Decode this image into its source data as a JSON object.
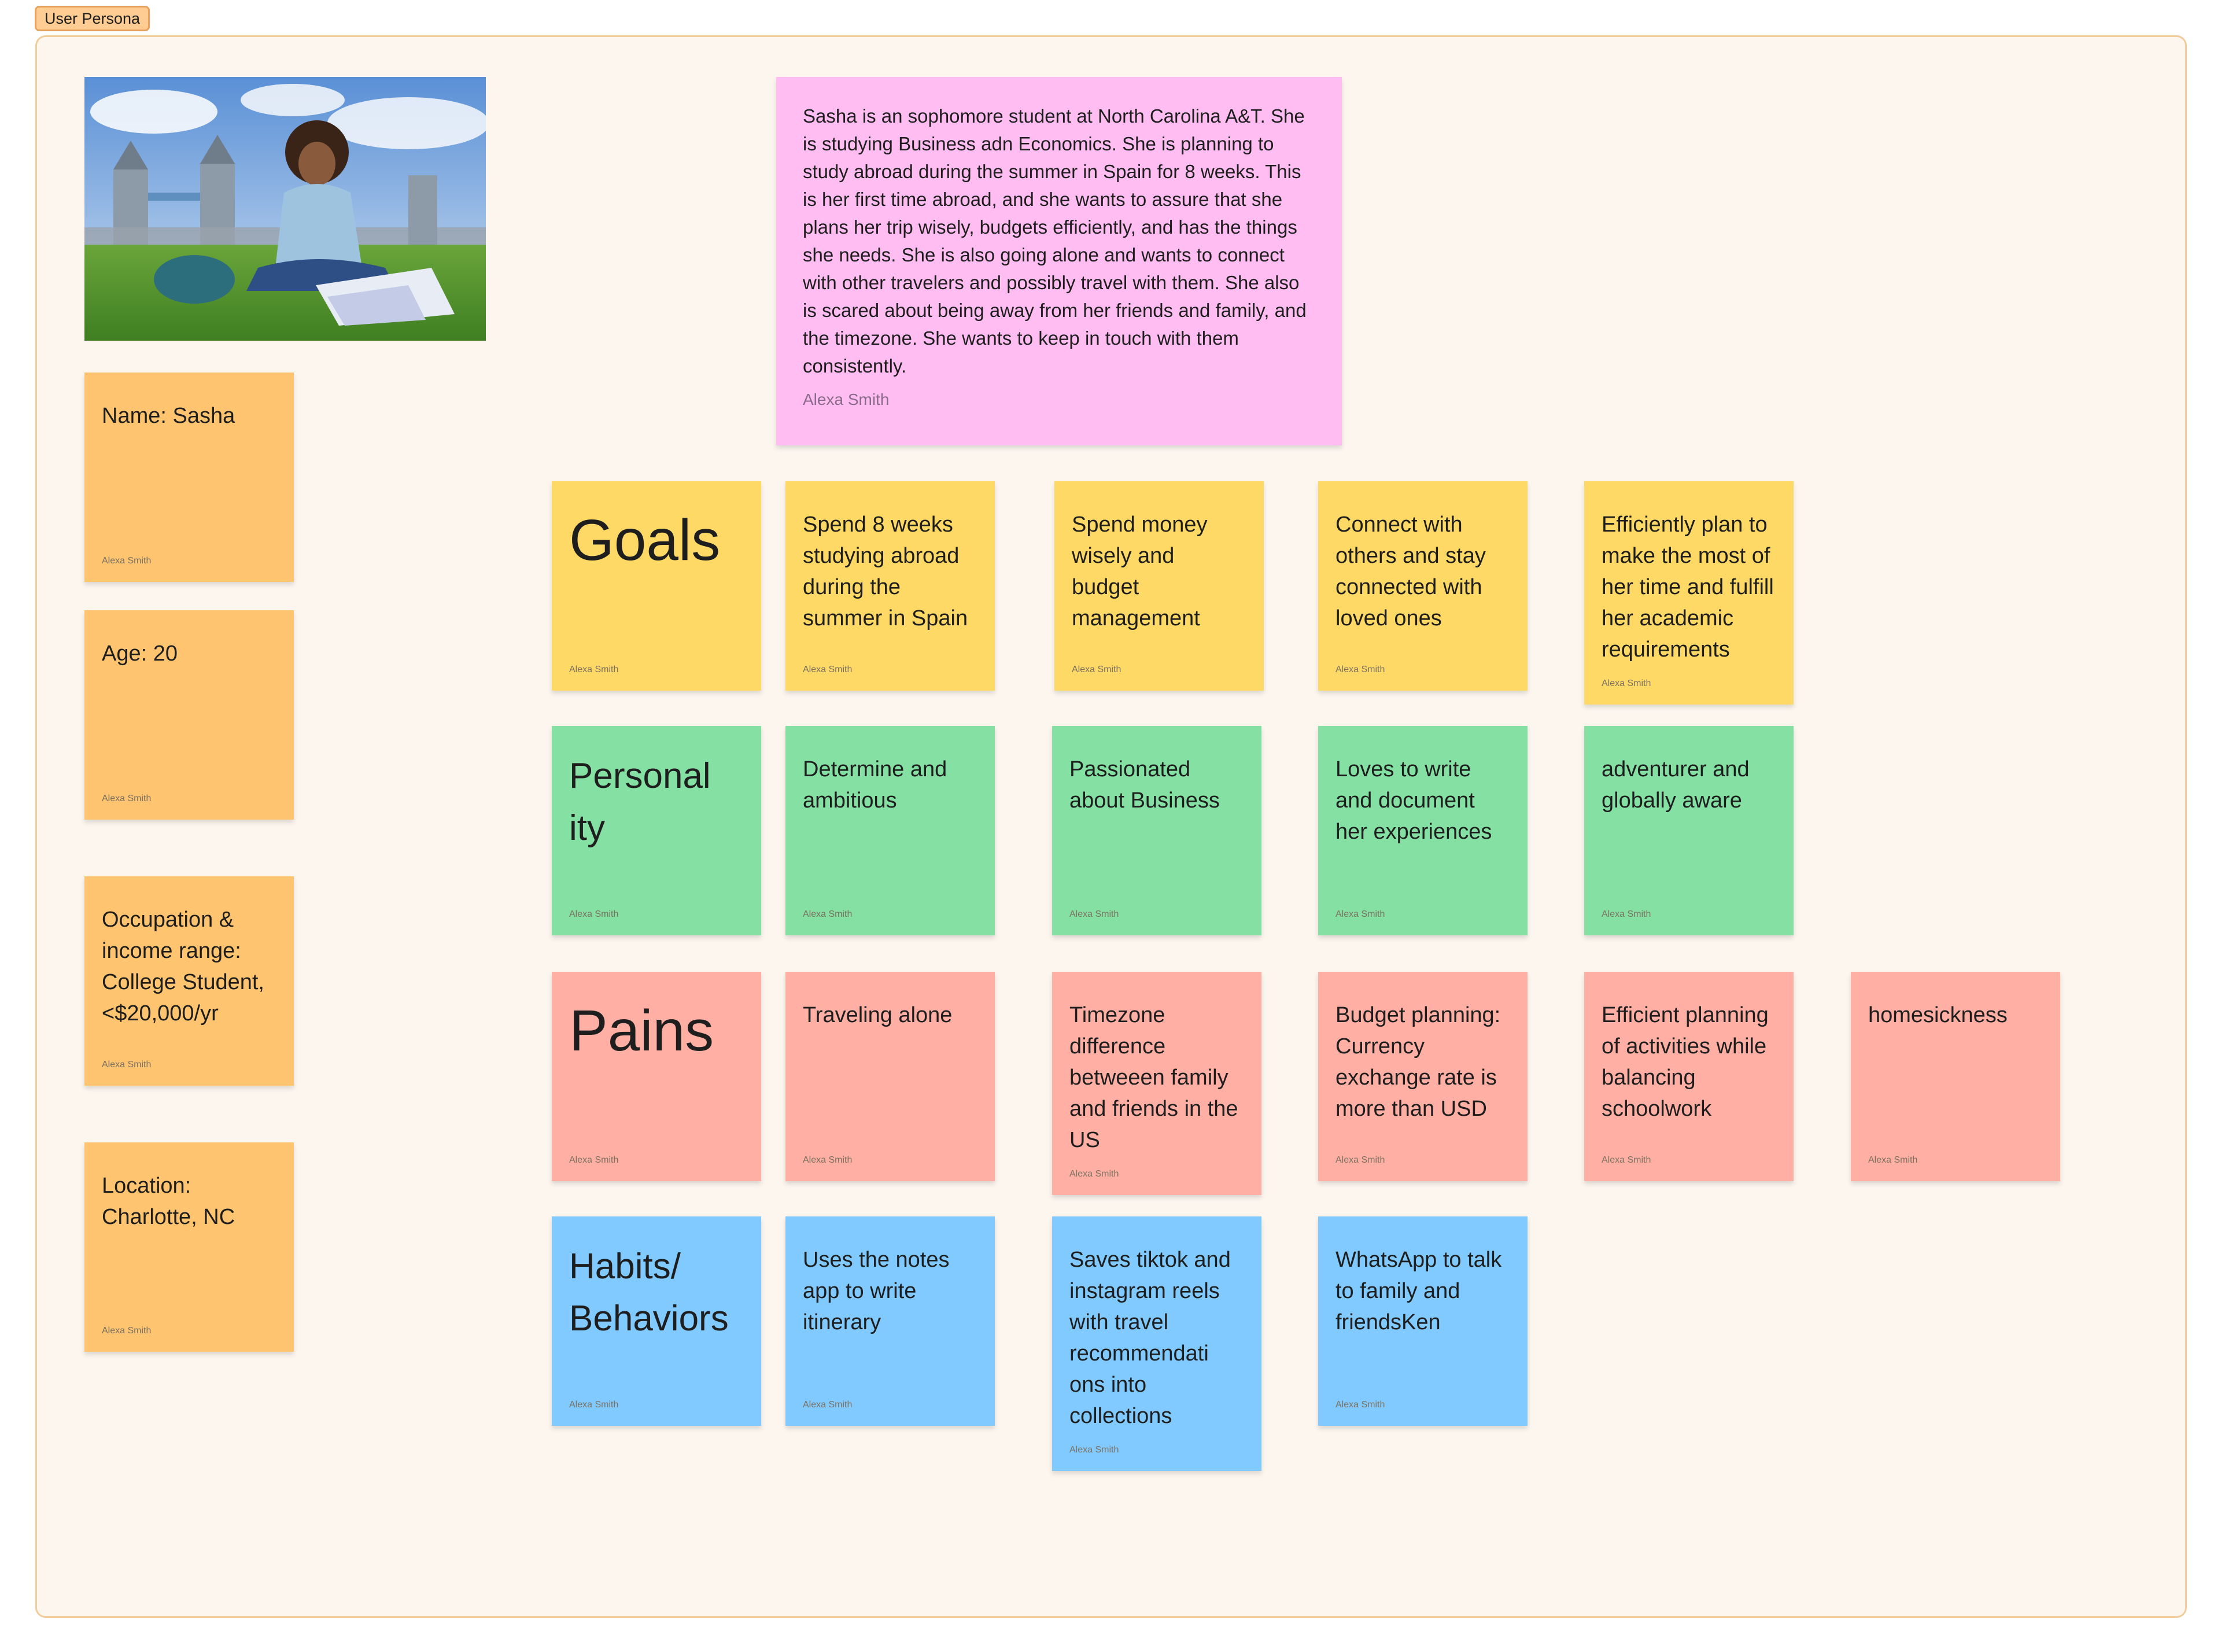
{
  "frame": {
    "label": "User Persona"
  },
  "author": "Alexa Smith",
  "bio": {
    "text": "Sasha is an sophomore student at North Carolina A&T. She is studying Business adn Economics. She is planning to study abroad during the summer in Spain for 8 weeks. This is her first time abroad, and she wants to assure that she plans her trip wisely, budgets efficiently, and has the things she needs. She is also going alone and wants to connect with other travelers and possibly travel with them. She also is scared about being away from her friends and family, and the timezone. She wants to keep in touch with them consistently."
  },
  "profile": {
    "name": "Name: Sasha",
    "age": "Age: 20",
    "occupation": "Occupation & income range: College Student, <$20,000/yr",
    "location": "Location: Charlotte, NC"
  },
  "goals": {
    "title": "Goals",
    "items": [
      "Spend 8 weeks studying abroad during the summer in Spain",
      "Spend money wisely and budget management",
      "Connect with others and stay connected with loved ones",
      "Efficiently plan to make the most of her time and fulfill her academic requirements"
    ]
  },
  "personality": {
    "title": "Personal\nity",
    "items": [
      "Determine and ambitious",
      "Passionated about Business",
      "Loves to write and document her experiences",
      "adventurer and globally aware"
    ]
  },
  "pains": {
    "title": "Pains",
    "items": [
      "Traveling alone",
      "Timezone difference betweeen family and friends in the US",
      "Budget planning: Currency exchange rate is more than USD",
      "Efficient planning of activities while balancing schoolwork",
      "homesickness"
    ]
  },
  "habits": {
    "title": "Habits/\nBehaviors",
    "items": [
      "Uses the notes app to write itinerary",
      "Saves tiktok and instagram reels with travel recommendati ons into collections",
      "WhatsApp to talk to family and friendsKen"
    ]
  },
  "colors": {
    "orange": "#ffc470",
    "yellow": "#ffd966",
    "green": "#85e0a3",
    "red": "#ffafa3",
    "blue": "#80caff",
    "pink": "#ffbdf2"
  }
}
